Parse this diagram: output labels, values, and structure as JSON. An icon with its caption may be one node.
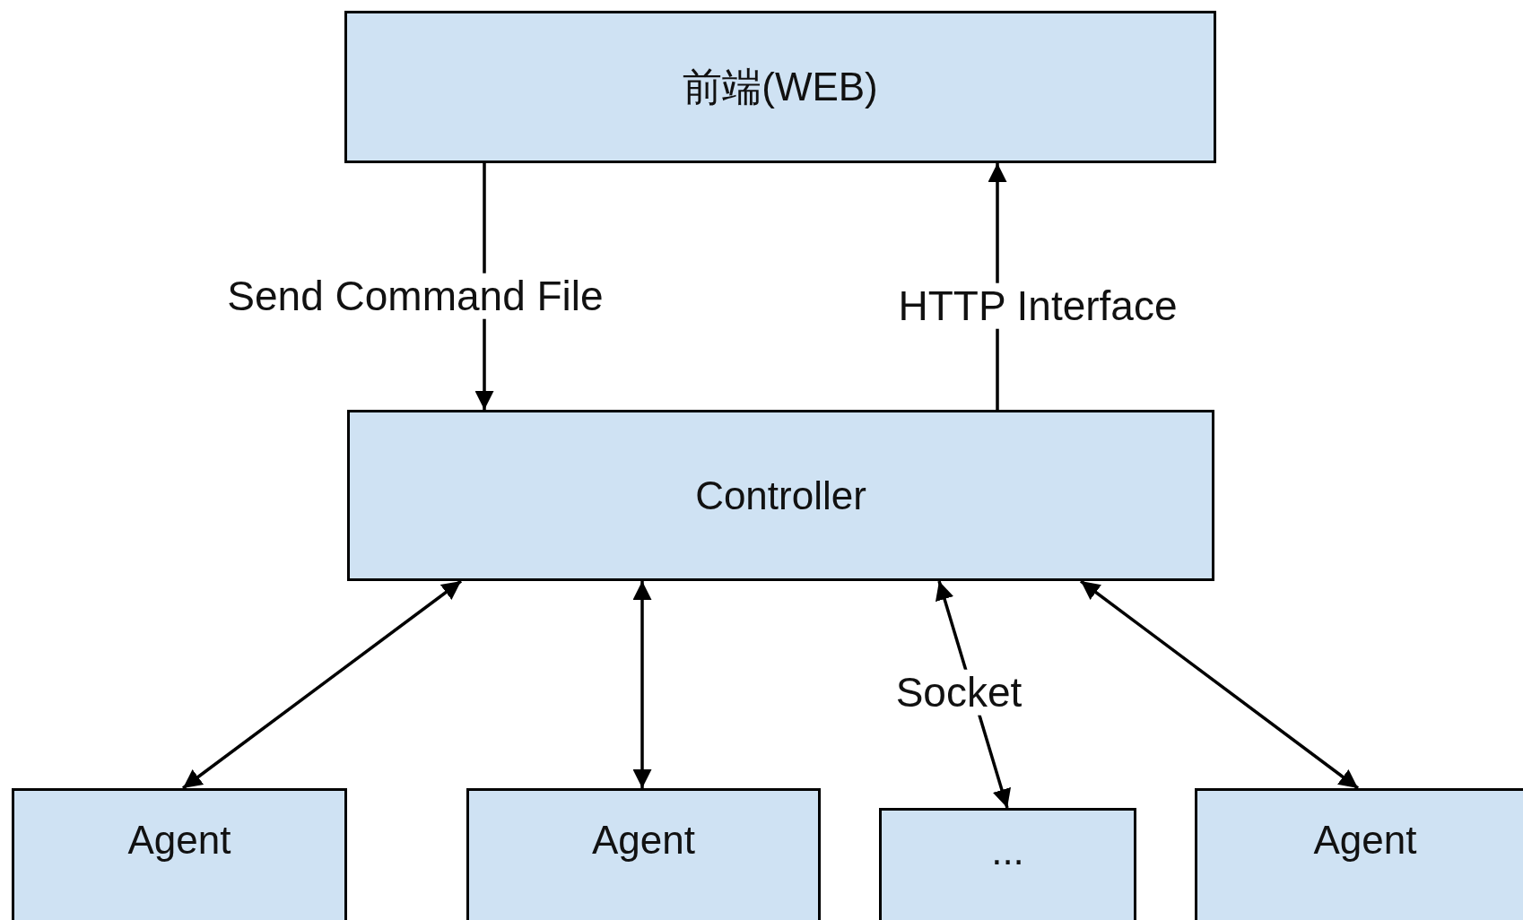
{
  "diagram": {
    "nodes": [
      {
        "text": [
          "前端(WEB)"
        ]
      },
      {
        "text": [
          "Controller"
        ]
      },
      {
        "text": [
          "Agent"
        ]
      },
      {
        "text": [
          "Agent"
        ]
      },
      {
        "text": [
          "..."
        ]
      },
      {
        "text": [
          "Agent"
        ]
      }
    ],
    "edges": [
      {
        "from": 0,
        "to": 1,
        "arrow": "to",
        "label": "Send Command File"
      },
      {
        "from": 1,
        "to": 0,
        "arrow": "to",
        "label": "HTTP Interface"
      },
      {
        "from": 1,
        "to": 2,
        "arrow": "both"
      },
      {
        "from": 1,
        "to": 3,
        "arrow": "both"
      },
      {
        "from": 1,
        "to": 4,
        "arrow": "both",
        "label": "Socket"
      },
      {
        "from": 1,
        "to": 5,
        "arrow": "both"
      }
    ]
  }
}
